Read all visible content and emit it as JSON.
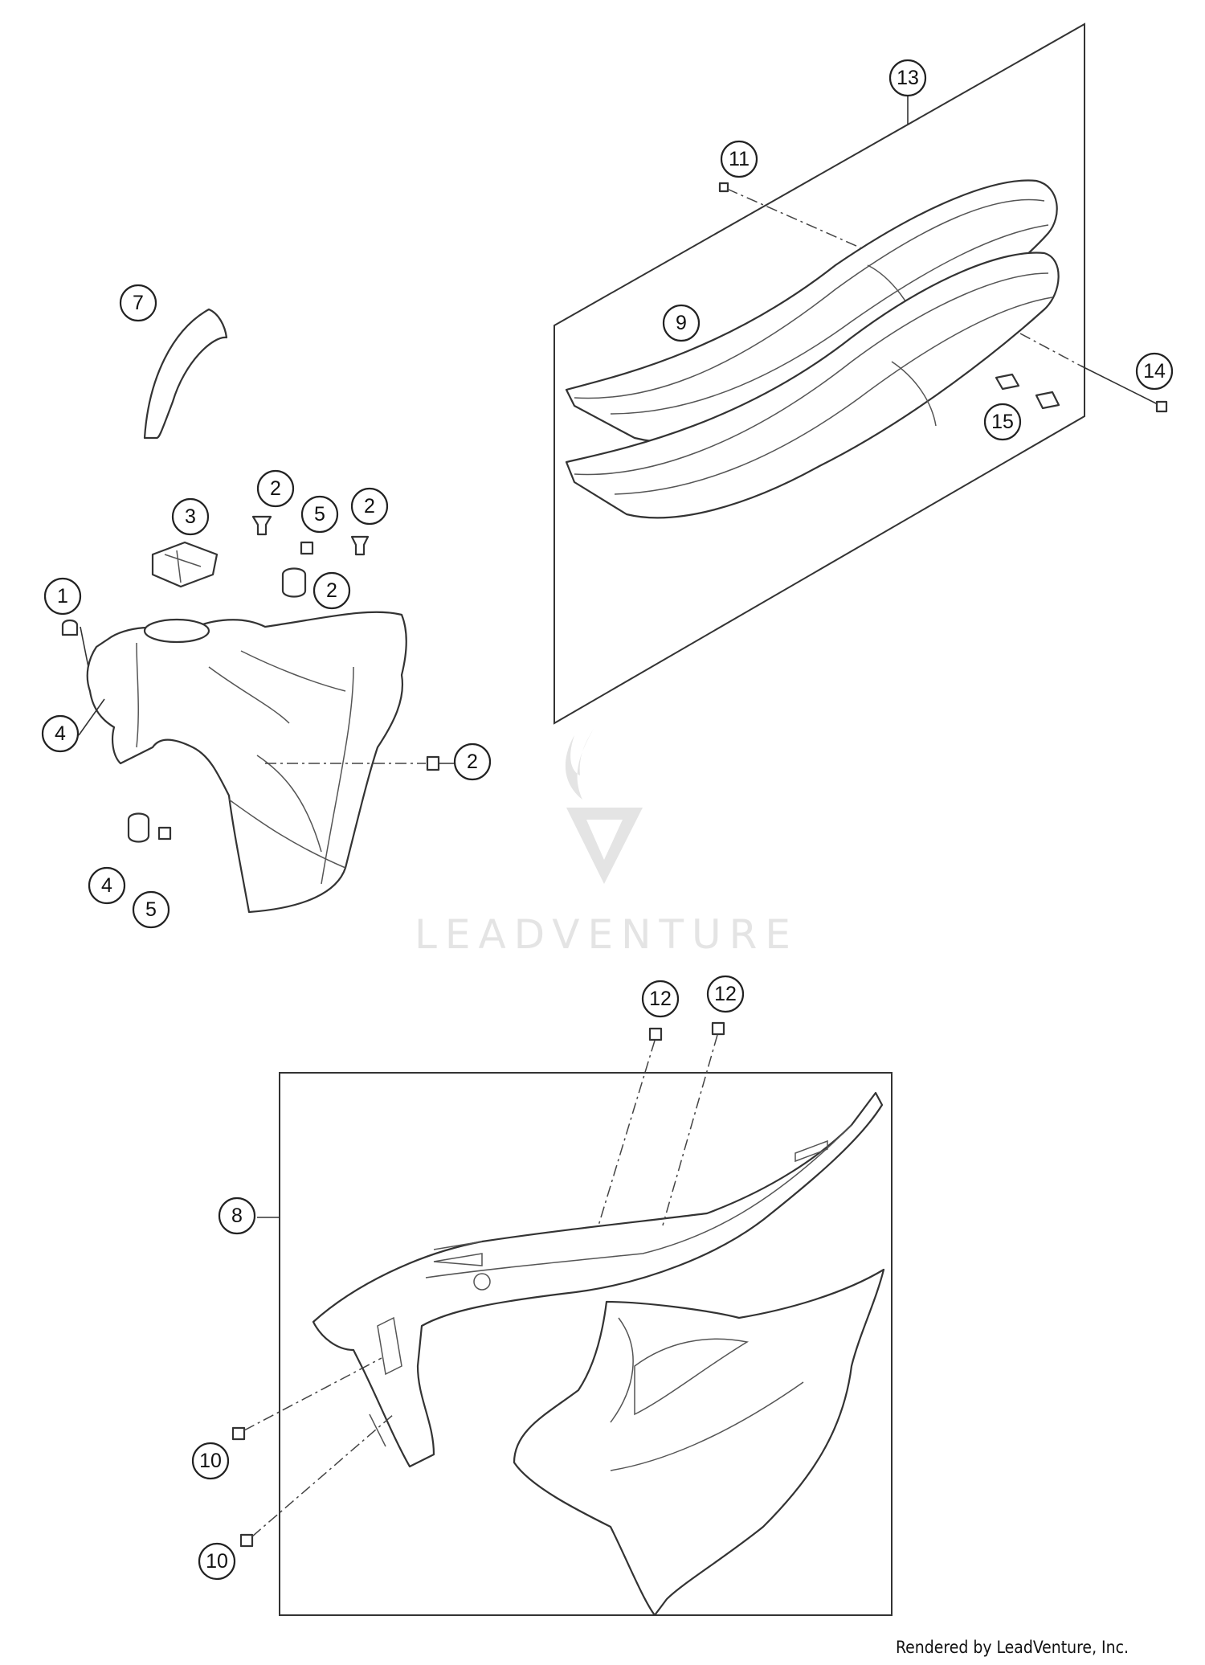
{
  "watermark": {
    "brand": "LEADVENTURE"
  },
  "credit": "Rendered by LeadVenture, Inc.",
  "callouts": [
    "13",
    "11",
    "9",
    "14",
    "15",
    "7",
    "3",
    "2",
    "5",
    "2",
    "2",
    "4",
    "1",
    "2",
    "4",
    "5",
    "12",
    "12",
    "8",
    "10",
    "10"
  ],
  "colors": {
    "line": "#333333",
    "watermark": "#e4e4e4",
    "background": "#ffffff"
  }
}
